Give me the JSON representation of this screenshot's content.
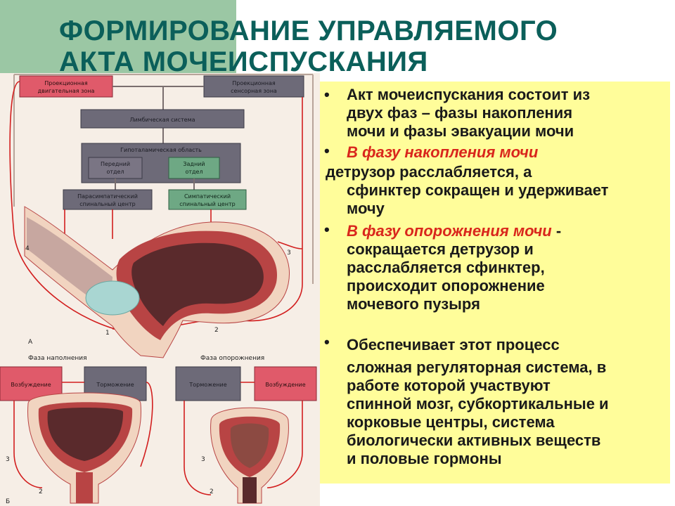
{
  "title": {
    "line1": "ФОРМИРОВАНИЕ УПРАВЛЯЕМОГО",
    "line2": "АКТА МОЧЕИСПУСКАНИЯ"
  },
  "text": {
    "bullet_glyph": "•",
    "p1": {
      "lines": [
        "Акт мочеиспускания состоит из",
        "двух фаз – фазы накопления",
        "мочи и фазы эвакуации мочи"
      ]
    },
    "p2": {
      "emph": "В фазу накопления мочи",
      "cont": [
        "детрузор расслабляется, а",
        "сфинктер сокращен и удерживает",
        "мочу"
      ]
    },
    "p3": {
      "emph": "В фазу опорожнения мочи",
      "tail": " -",
      "lines": [
        "сокращается детрузор и",
        "расслабляется сфинктер,",
        "происходит опорожнение",
        "мочевого пузыря"
      ]
    },
    "p4": {
      "first": "Обеспечивает этот процесс",
      "lines": [
        "сложная регуляторная система, в",
        "работе которой участвуют",
        "спинной мозг, субкортикальные и",
        "корковые центры, система",
        "биологически активных веществ",
        "и половые гормоны"
      ]
    }
  },
  "diagram": {
    "box_projection_motor": [
      "Проекционная",
      "двигательная зона"
    ],
    "box_projection_sensory": [
      "Проекционная",
      "сенсорная зона"
    ],
    "box_limbic": "Лимбическая система",
    "box_hypothalamic": "Гипоталамическая область",
    "box_anterior": [
      "Передний",
      "отдел"
    ],
    "box_posterior": [
      "Задний",
      "отдел"
    ],
    "box_parasympathetic": [
      "Парасимпатический",
      "спинальный центр"
    ],
    "box_sympathetic": [
      "Симпатический",
      "спинальный центр"
    ],
    "label_a": "А",
    "label_b": "Б",
    "phase_filling": "Фаза наполнения",
    "phase_emptying": "Фаза опорожнения",
    "excitation_left": "Возбуждение",
    "inhibition_left": "Торможение",
    "inhibition_right": "Торможение",
    "excitation_right": "Возбуждение",
    "num_1": "1",
    "num_2": "2",
    "num_3": "3",
    "num_4": "4",
    "colors": {
      "red_box": "#e05a6a",
      "dark_box": "#6d6a78",
      "green_box": "#6ea884",
      "red_line": "#d21e1e",
      "muscle": "#b84444",
      "lumen": "#5a2a2c",
      "tissue": "#f1d4c0",
      "cyan": "#a9d6d2"
    }
  }
}
